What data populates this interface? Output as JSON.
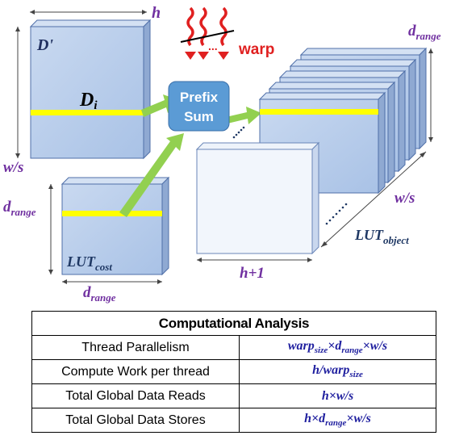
{
  "diagram": {
    "labels": {
      "h_top": "h",
      "d_prime": "D'",
      "d_i_base": "D",
      "d_i_sub": "i",
      "w_s_left": "w/s",
      "d_range_left_base": "d",
      "d_range_left_sub": "range",
      "lut_cost_base": "LUT",
      "lut_cost_sub": "cost",
      "d_range_bottom_base": "d",
      "d_range_bottom_sub": "range",
      "warp": "warp",
      "prefix_line1": "Prefix",
      "prefix_line2": "Sum",
      "d_range_right_base": "d",
      "d_range_right_sub": "range",
      "w_s_right": "w/s",
      "lut_object_base": "LUT",
      "lut_object_sub": "object",
      "h_plus_1": "h+1"
    },
    "colors": {
      "box_fill": "#b4cbea",
      "box_edge": "#4f6fa8",
      "highlight": "#ffff00",
      "arrow": "#92d050",
      "prefix_box": "#5b9bd5",
      "warp_red": "#e02020",
      "label_purple": "#7030a0"
    }
  },
  "table": {
    "title": "Computational Analysis",
    "rows": [
      {
        "metric": "Thread Parallelism",
        "f": [
          [
            "warp",
            ""
          ],
          [
            "size",
            "sub"
          ],
          [
            "×d",
            ""
          ],
          [
            "range",
            "sub"
          ],
          [
            "×w/s",
            ""
          ]
        ]
      },
      {
        "metric": "Compute Work per thread",
        "f": [
          [
            "h/warp",
            ""
          ],
          [
            "size",
            "sub"
          ]
        ]
      },
      {
        "metric": "Total Global Data Reads",
        "f": [
          [
            "h×w/s",
            ""
          ]
        ]
      },
      {
        "metric": "Total Global Data Stores",
        "f": [
          [
            "h×d",
            ""
          ],
          [
            "range",
            "sub"
          ],
          [
            "×w/s",
            ""
          ]
        ]
      }
    ]
  }
}
